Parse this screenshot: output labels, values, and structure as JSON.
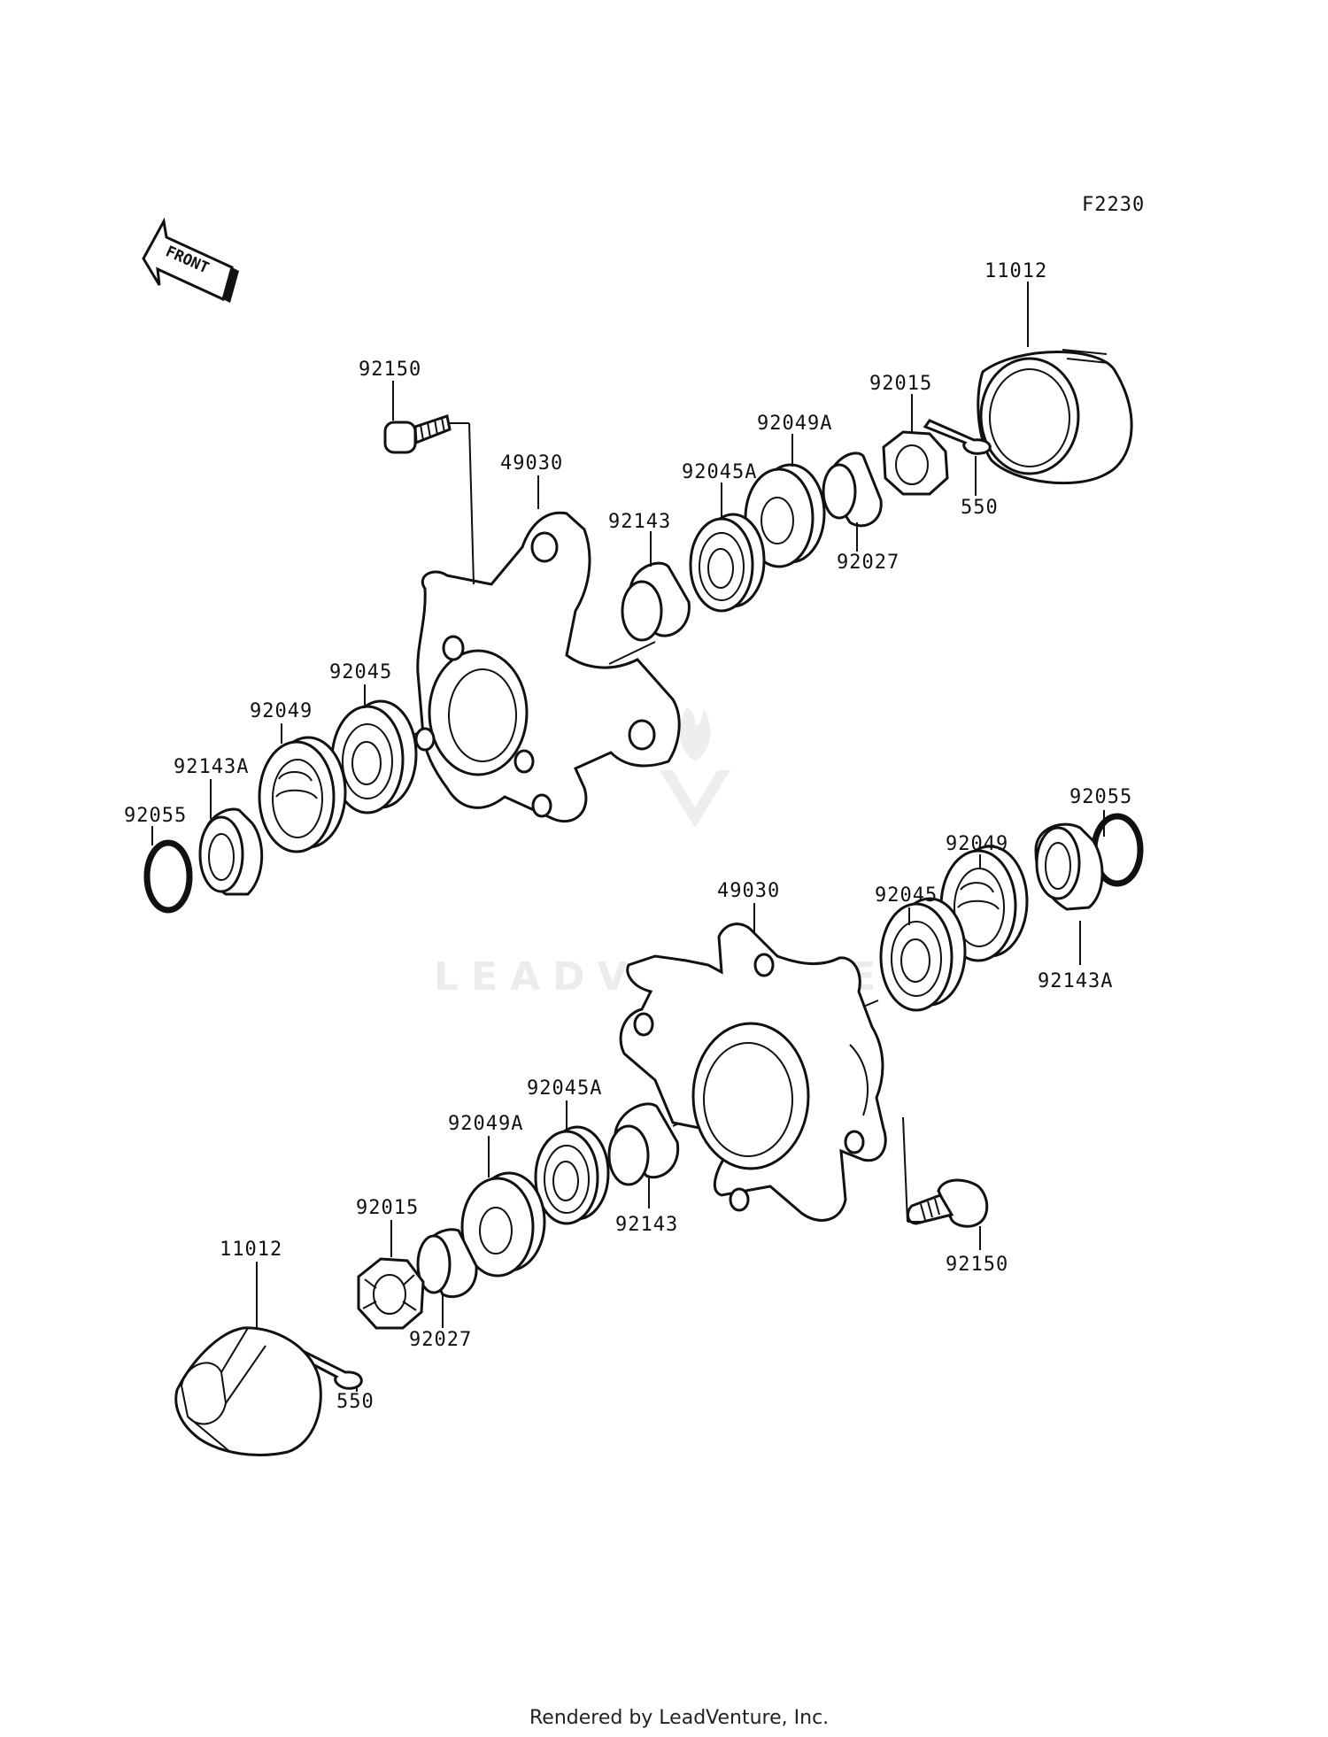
{
  "diagram": {
    "figure_code": "F2230",
    "front_arrow_text": "FRONT",
    "watermark": "LEADVENTURE",
    "footer": "Rendered by LeadVenture, Inc.",
    "upper_assembly": {
      "labels": [
        "11012",
        "92150",
        "92015",
        "92049A",
        "49030",
        "92045A",
        "550",
        "92143",
        "92027",
        "92045",
        "92049",
        "92143A",
        "92055"
      ]
    },
    "lower_assembly": {
      "labels": [
        "92055",
        "92049",
        "49030",
        "92045",
        "92143A",
        "92045A",
        "92049A",
        "92015",
        "92143",
        "92150",
        "11012",
        "92027",
        "550"
      ]
    }
  }
}
